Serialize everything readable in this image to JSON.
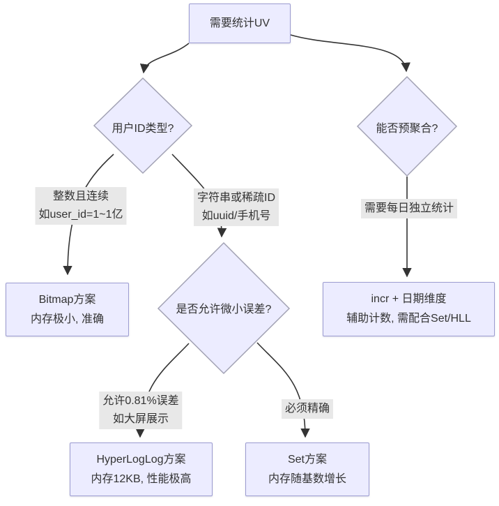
{
  "diagram_type": "flowchart",
  "colors": {
    "node_fill": "#ececff",
    "rect_border": "#9c9cd1",
    "diamond_border": "#a2a2b4",
    "edge_line": "#333333",
    "edge_label_bg": "#e8e8e8",
    "text": "#333333"
  },
  "nodes": {
    "start": {
      "label": "需要统计UV"
    },
    "id_type": {
      "label": "用户ID类型?"
    },
    "pre_agg": {
      "label": "能否预聚合?"
    },
    "error_ok": {
      "label": "是否允许微小误差?"
    },
    "bitmap": {
      "line1": "Bitmap方案",
      "line2": "内存极小, 准确"
    },
    "incr": {
      "line1": "incr + 日期维度",
      "line2": "辅助计数, 需配合Set/HLL"
    },
    "hll": {
      "line1": "HyperLogLog方案",
      "line2": "内存12KB, 性能极高"
    },
    "set": {
      "line1": "Set方案",
      "line2": "内存随基数增长"
    }
  },
  "edge_labels": {
    "int_continuous": {
      "line1": "整数且连续",
      "line2": "如user_id=1~1亿"
    },
    "string_sparse": {
      "line1": "字符串或稀疏ID",
      "line2": "如uuid/手机号"
    },
    "daily_independent": {
      "line1": "需要每日独立统计"
    },
    "allow_error": {
      "line1": "允许0.81%误差",
      "line2": "如大屏展示"
    },
    "must_exact": {
      "line1": "必须精确"
    }
  }
}
